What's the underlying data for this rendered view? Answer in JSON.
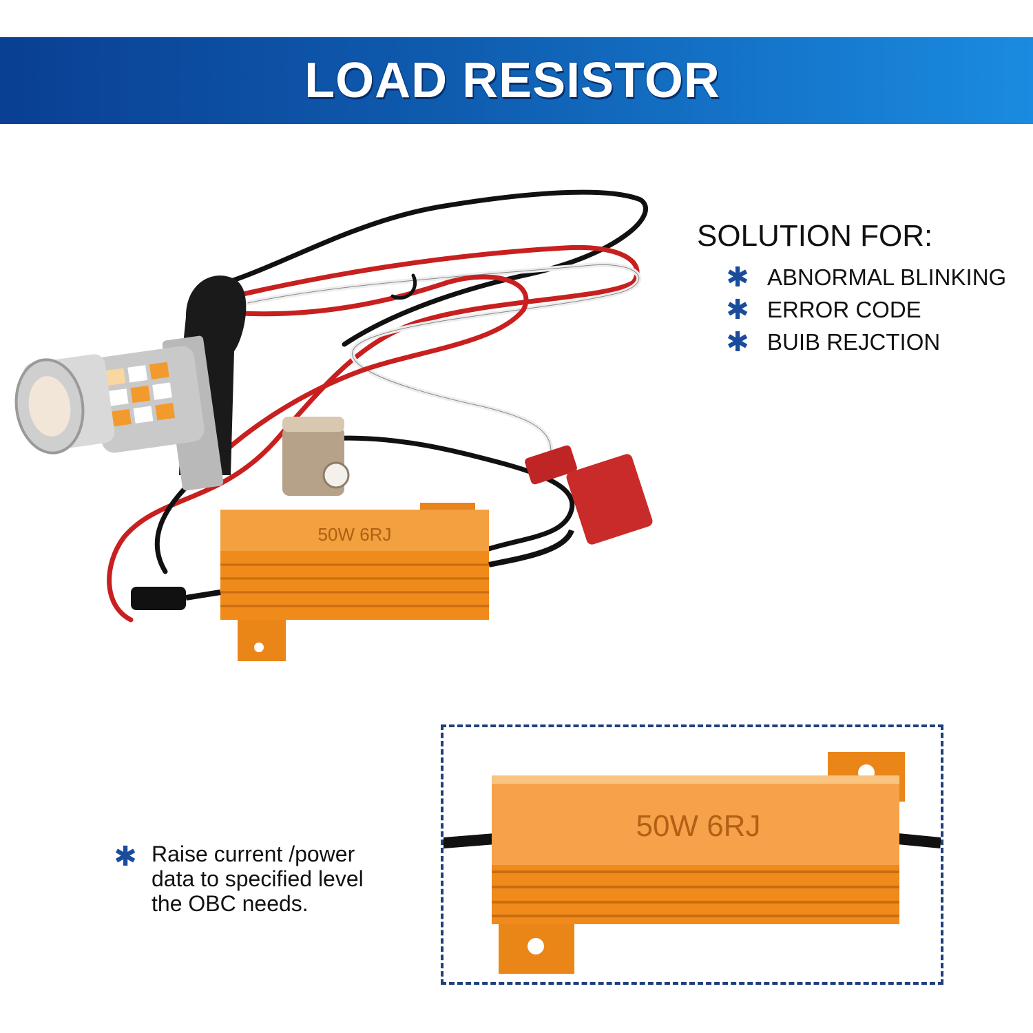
{
  "banner": {
    "title": "LOAD RESISTOR"
  },
  "solution": {
    "title": "SOLUTION FOR:",
    "items": [
      {
        "label": "ABNORMAL BLINKING"
      },
      {
        "label": "ERROR CODE"
      },
      {
        "label": "BUIB REJCTION"
      }
    ]
  },
  "bullet_icon": "asterisk-icon",
  "product_photo": {
    "resistor_marking": "50W 6RJ"
  },
  "zoom_panel": {
    "resistor_marking": "50W 6RJ"
  },
  "note": {
    "text": "Raise current /power data to specified level the OBC needs."
  },
  "colors": {
    "banner_start": "#0a3f93",
    "banner_end": "#1a8be0",
    "bullet": "#1a4c9c",
    "resistor_body": "#f08a1a",
    "dashed_border": "#1f3f7d"
  }
}
